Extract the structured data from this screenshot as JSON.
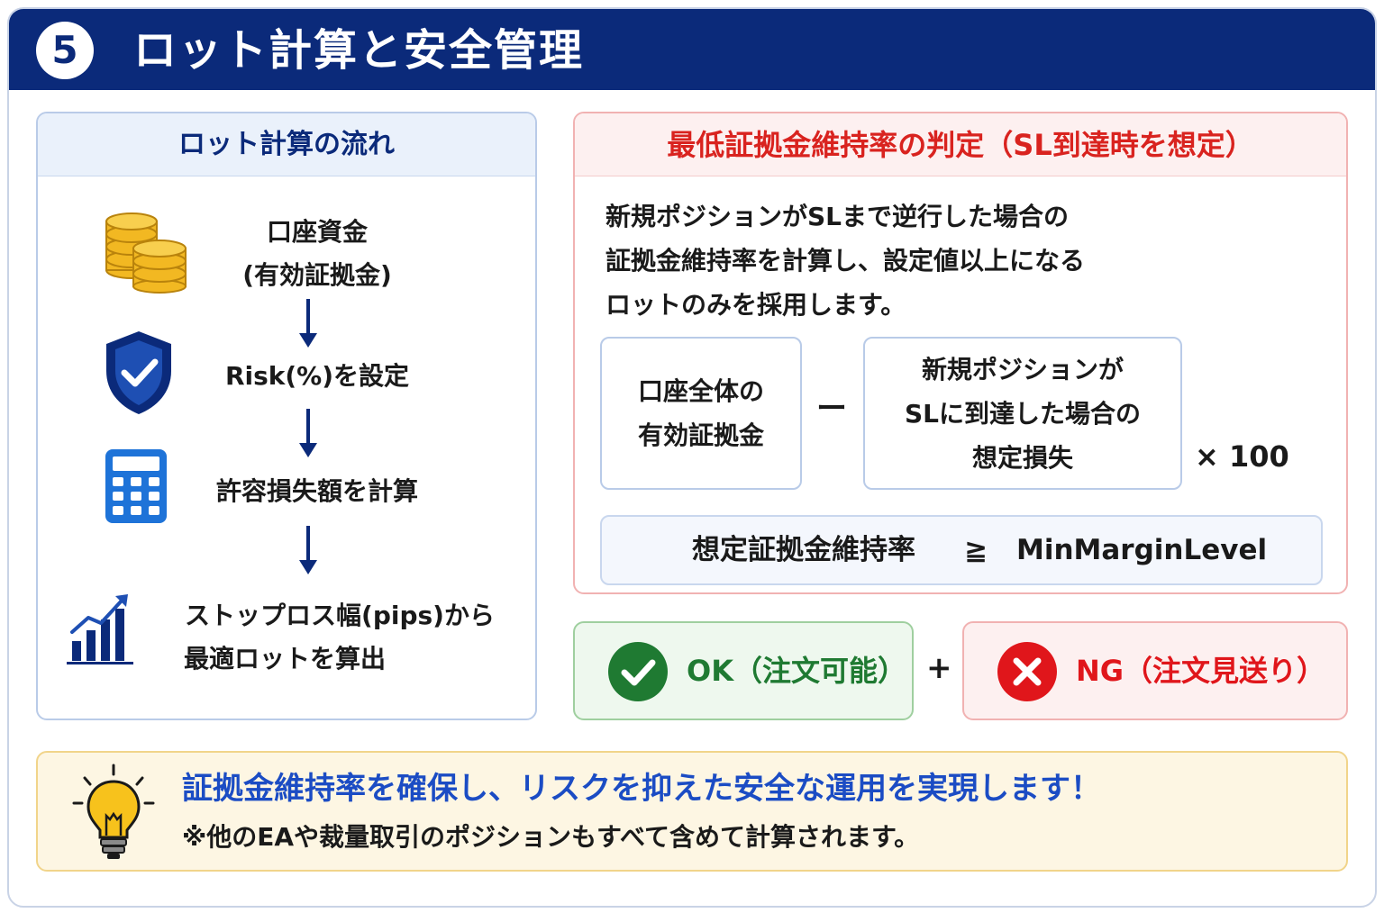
{
  "header": {
    "number": "5",
    "title": "ロット計算と安全管理"
  },
  "lot_flow": {
    "title": "ロット計算の流れ",
    "steps": [
      {
        "line1": "口座資金",
        "line2": "(有効証拠金)",
        "icon": "coins-icon"
      },
      {
        "line1": "Risk(%)を設定",
        "icon": "shield-check-icon"
      },
      {
        "line1": "許容損失額を計算",
        "icon": "calculator-icon"
      },
      {
        "line1": "ストップロス幅(pips)から",
        "line2": "最適ロットを算出",
        "icon": "growth-chart-icon"
      }
    ]
  },
  "margin_check": {
    "title": "最低証拠金維持率の判定（SL到達時を想定）",
    "description": [
      "新規ポジションがSLまで逆行した場合の",
      "証拠金維持率を計算し、設定値以上になる",
      "ロットのみを採用します。"
    ],
    "formula": {
      "left_box": [
        "口座全体の",
        "有効証拠金"
      ],
      "operator": "ー",
      "right_box": [
        "新規ポジションが",
        "SLに到達した場合の",
        "想定損失"
      ],
      "multiplier": "× 100"
    },
    "condition": {
      "left": "想定証拠金維持率",
      "operator": "≧",
      "right": "MinMarginLevel"
    }
  },
  "results": {
    "ok_label": "OK（注文可能）",
    "joiner": "+",
    "ng_label": "NG（注文見送り）"
  },
  "colors": {
    "header_bg": "#0b2a7a",
    "accent_red": "#d9231f",
    "ok_green": "#1f7a32",
    "ng_red": "#e0161b",
    "tip_blue": "#1b4cc4",
    "coin_gold": "#f2b822"
  },
  "tip": {
    "icon": "lightbulb-icon",
    "headline": "証拠金維持率を確保し、リスクを抑えた安全な運用を実現します！",
    "note": "※他のEAや裁量取引のポジションもすべて含めて計算されます。"
  }
}
